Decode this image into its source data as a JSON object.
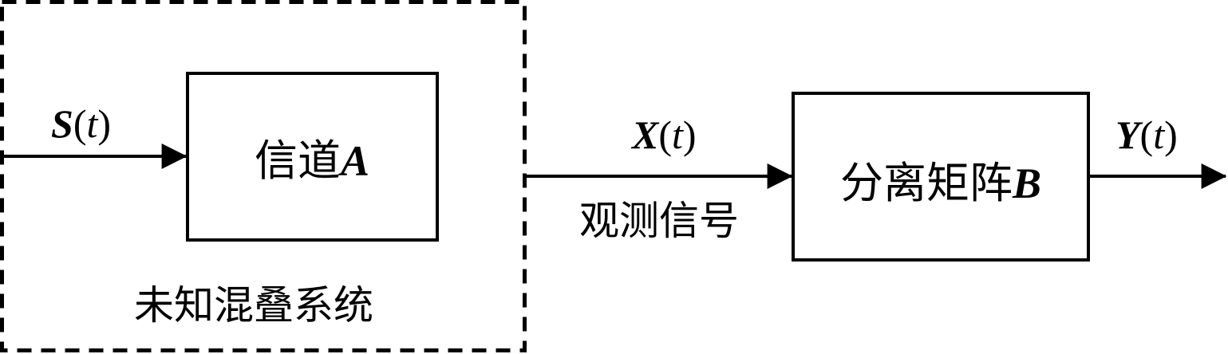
{
  "signals": {
    "source": {
      "symbol": "S",
      "arg": "t"
    },
    "observed": {
      "symbol": "X",
      "arg": "t"
    },
    "output": {
      "symbol": "Y",
      "arg": "t"
    }
  },
  "blocks": {
    "channel": {
      "label": "信道",
      "symbol": "A"
    },
    "separation": {
      "label": "分离矩阵",
      "symbol": "B"
    }
  },
  "labels": {
    "observed_caption": "观测信号",
    "unknown_system": "未知混叠系统"
  },
  "colors": {
    "stroke": "#000000",
    "background": "#ffffff"
  }
}
